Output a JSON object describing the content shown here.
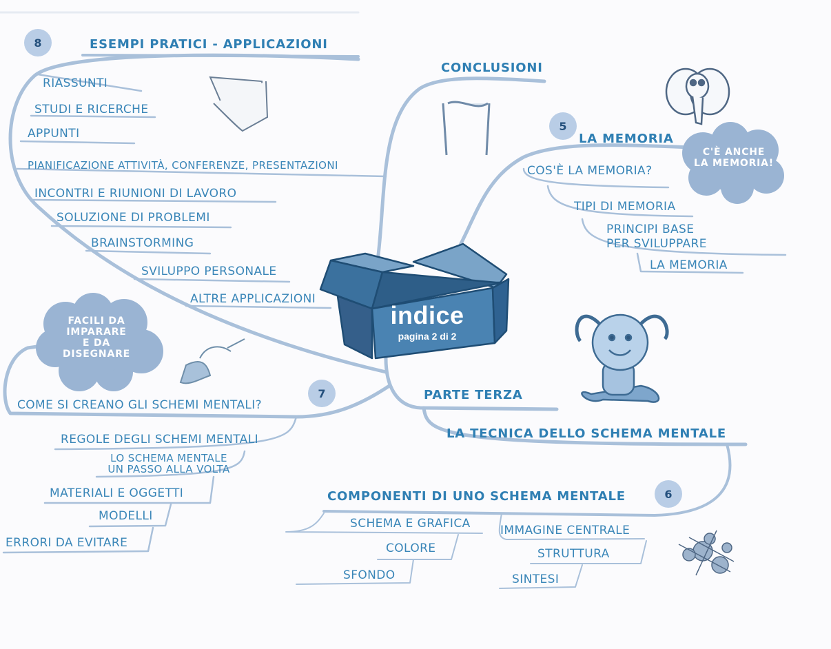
{
  "center": {
    "title": "indice",
    "subtitle": "pagina 2 di 2"
  },
  "branch8": {
    "number": "8",
    "title": "ESEMPI PRATICI - APPLICAZIONI",
    "items": [
      "RIASSUNTI",
      "STUDI E RICERCHE",
      "APPUNTI",
      "PIANIFICAZIONE ATTIVITÀ, CONFERENZE, PRESENTAZIONI",
      "INCONTRI E RIUNIONI DI LAVORO",
      "SOLUZIONE DI PROBLEMI",
      "BRAINSTORMING",
      "SVILUPPO PERSONALE",
      "ALTRE APPLICAZIONI"
    ]
  },
  "conclusion": {
    "title": "CONCLUSIONI"
  },
  "branch5": {
    "number": "5",
    "title": "LA MEMORIA",
    "cloud": [
      "C'È ANCHE",
      "LA MEMORIA!"
    ],
    "items": [
      "COS'È LA MEMORIA?",
      "TIPI DI MEMORIA",
      "PRINCIPI BASE",
      "PER SVILUPPARE",
      "LA MEMORIA"
    ]
  },
  "branch7": {
    "number": "7",
    "title": "COME SI CREANO GLI SCHEMI MENTALI?",
    "cloud": [
      "FACILI DA",
      "IMPARARE",
      "E DA",
      "DISEGNARE"
    ],
    "items": [
      "REGOLE DEGLI SCHEMI MENTALI",
      "LO SCHEMA MENTALE",
      "UN PASSO ALLA VOLTA",
      "MATERIALI E OGGETTI",
      "MODELLI",
      "ERRORI DA EVITARE"
    ]
  },
  "part3": {
    "title": "PARTE TERZA",
    "subtitle": "LA TECNICA DELLO SCHEMA MENTALE"
  },
  "branch6": {
    "number": "6",
    "title": "COMPONENTI DI UNO SCHEMA MENTALE",
    "items": [
      "SCHEMA E GRAFICA",
      "COLORE",
      "SFONDO",
      "IMMAGINE CENTRALE",
      "STRUTTURA",
      "SINTESI"
    ]
  },
  "colors": {
    "branch": "#a9c0da",
    "text": "#3a86b8",
    "box": "#3f79a6",
    "cloud": "#9ab4d3",
    "badge": "#b9cde6"
  }
}
